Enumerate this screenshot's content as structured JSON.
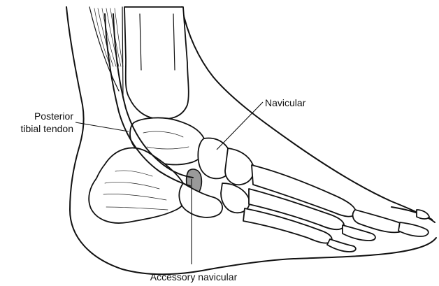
{
  "labels": {
    "posterior_line1": "Posterior",
    "posterior_line2": "tibial tendon",
    "navicular": "Navicular",
    "accessory_navicular": "Accessory navicular"
  },
  "colors": {
    "line": "#111111",
    "accessory_bone_fill": "#9a9a9a",
    "background": "#ffffff"
  }
}
